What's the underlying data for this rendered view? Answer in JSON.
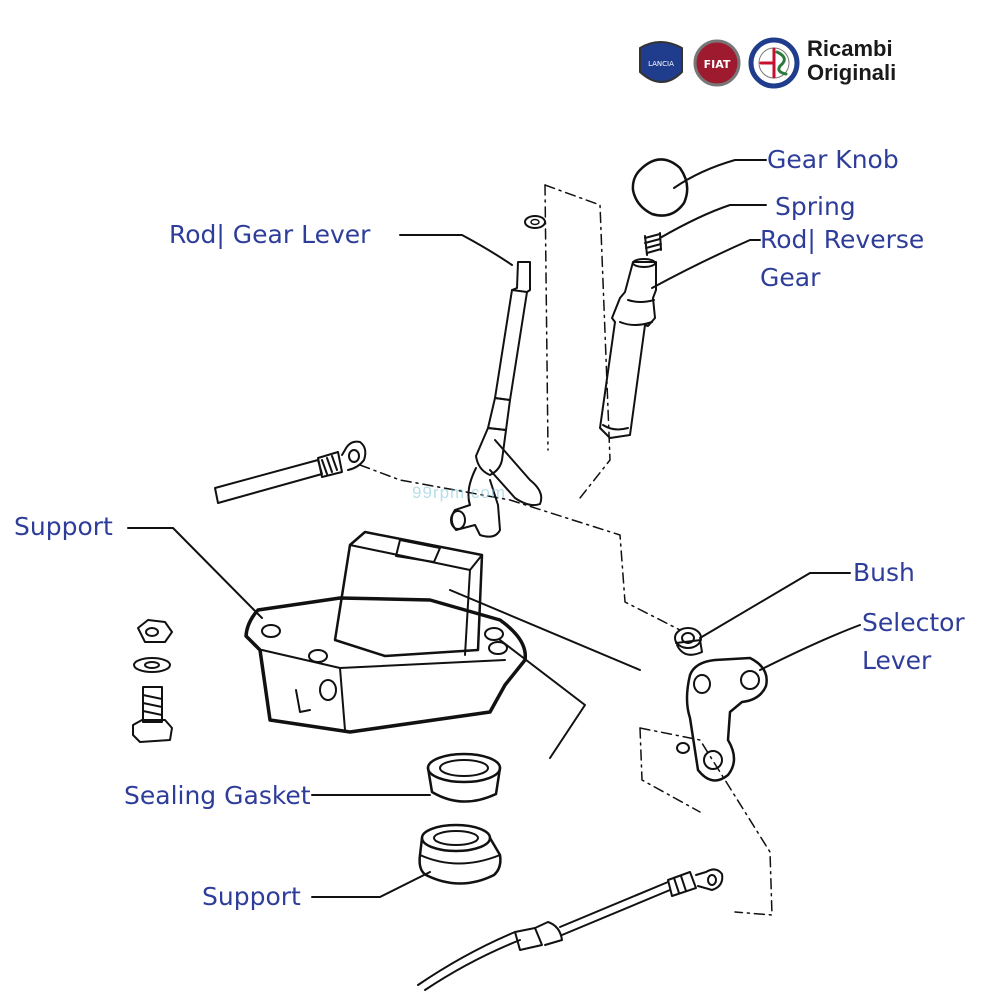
{
  "brand": {
    "line1": "Ricambi",
    "line2": "Originali",
    "logos": [
      "LANCIA",
      "FIAT",
      "ALFA ROMEO"
    ]
  },
  "watermark": "99rpm.com",
  "colors": {
    "label": "#2e3d99",
    "line": "#111111",
    "watermark": "#7fc4d8"
  },
  "labels": {
    "gear_knob": "Gear Knob",
    "spring": "Spring",
    "rod_reverse_gear_1": "Rod| Reverse",
    "rod_reverse_gear_2": "Gear",
    "rod_gear_lever": "Rod| Gear Lever",
    "support_top": "Support",
    "bush": "Bush",
    "selector_lever_1": "Selector",
    "selector_lever_2": "Lever",
    "sealing_gasket": "Sealing Gasket",
    "support_bottom": "Support"
  }
}
